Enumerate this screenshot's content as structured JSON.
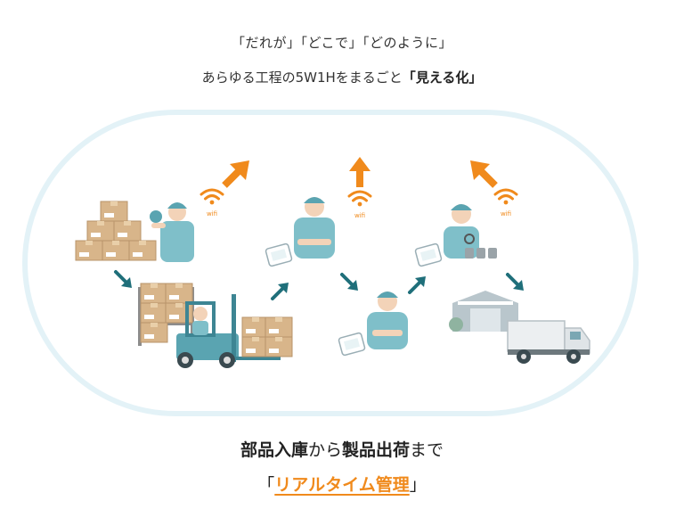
{
  "header": {
    "line1": "「だれが」「どこで」「どのように」",
    "line2_prefix": "あらゆる工程の5W1Hをまるごと",
    "line2_bracket_open": "「",
    "line2_emphasis": "見える化",
    "line2_bracket_close": "」"
  },
  "footer": {
    "part1_bold": "部品入庫",
    "part1_normal": "から",
    "part2_bold": "製品出荷",
    "part2_normal": "まで",
    "bracket_open": "「",
    "highlight": "リアルタイム管理",
    "bracket_close": "」"
  },
  "icons": {
    "wifi_label": "wifi",
    "box_label": "BOX"
  },
  "colors": {
    "accent_orange": "#f08a1c",
    "teal_arrow": "#1f6f7a",
    "worker_blue": "#7fbfc9",
    "box_tan": "#d8b58a",
    "panel_border": "#e3f2f7"
  }
}
